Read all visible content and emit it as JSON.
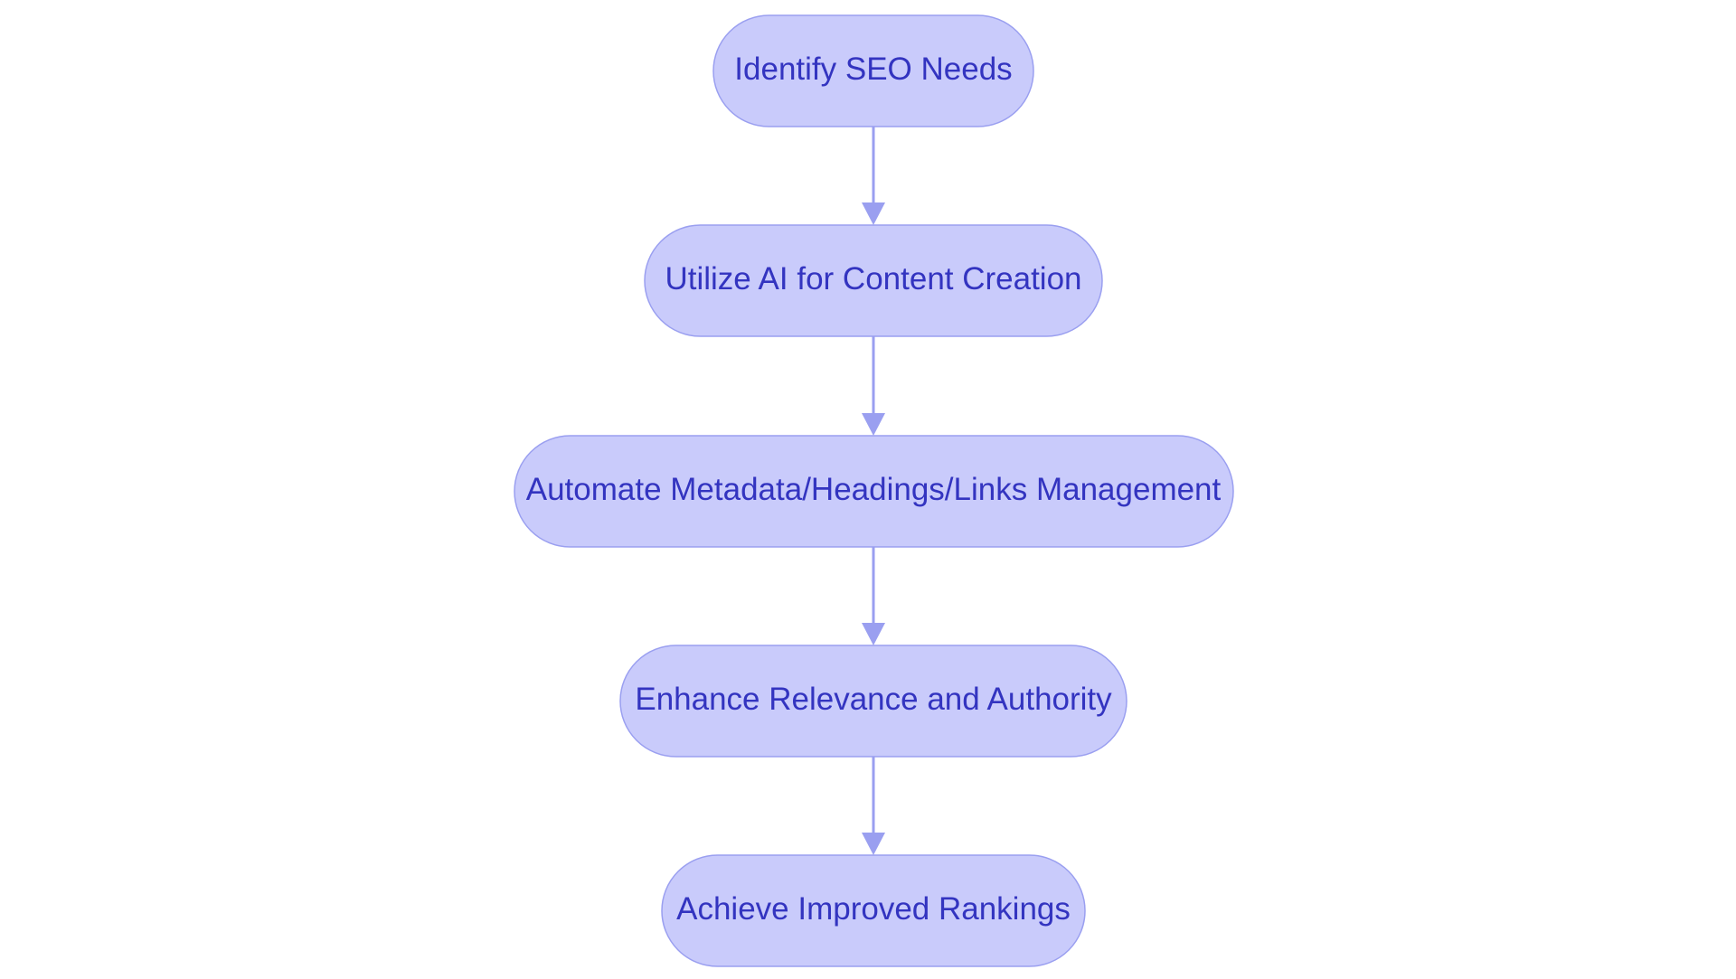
{
  "diagram": {
    "type": "flowchart",
    "direction": "top-to-bottom",
    "colors": {
      "node_fill": "#c9cbfb",
      "node_stroke": "#9a9ff0",
      "edge": "#9a9ff0",
      "text": "#3334c0",
      "background": "#ffffff"
    },
    "nodes": [
      {
        "id": "n1",
        "label": "Identify SEO Needs"
      },
      {
        "id": "n2",
        "label": "Utilize AI for Content Creation"
      },
      {
        "id": "n3",
        "label": "Automate Metadata/Headings/Links Management"
      },
      {
        "id": "n4",
        "label": "Enhance Relevance and Authority"
      },
      {
        "id": "n5",
        "label": "Achieve Improved Rankings"
      }
    ],
    "edges": [
      {
        "from": "n1",
        "to": "n2"
      },
      {
        "from": "n2",
        "to": "n3"
      },
      {
        "from": "n3",
        "to": "n4"
      },
      {
        "from": "n4",
        "to": "n5"
      }
    ]
  }
}
